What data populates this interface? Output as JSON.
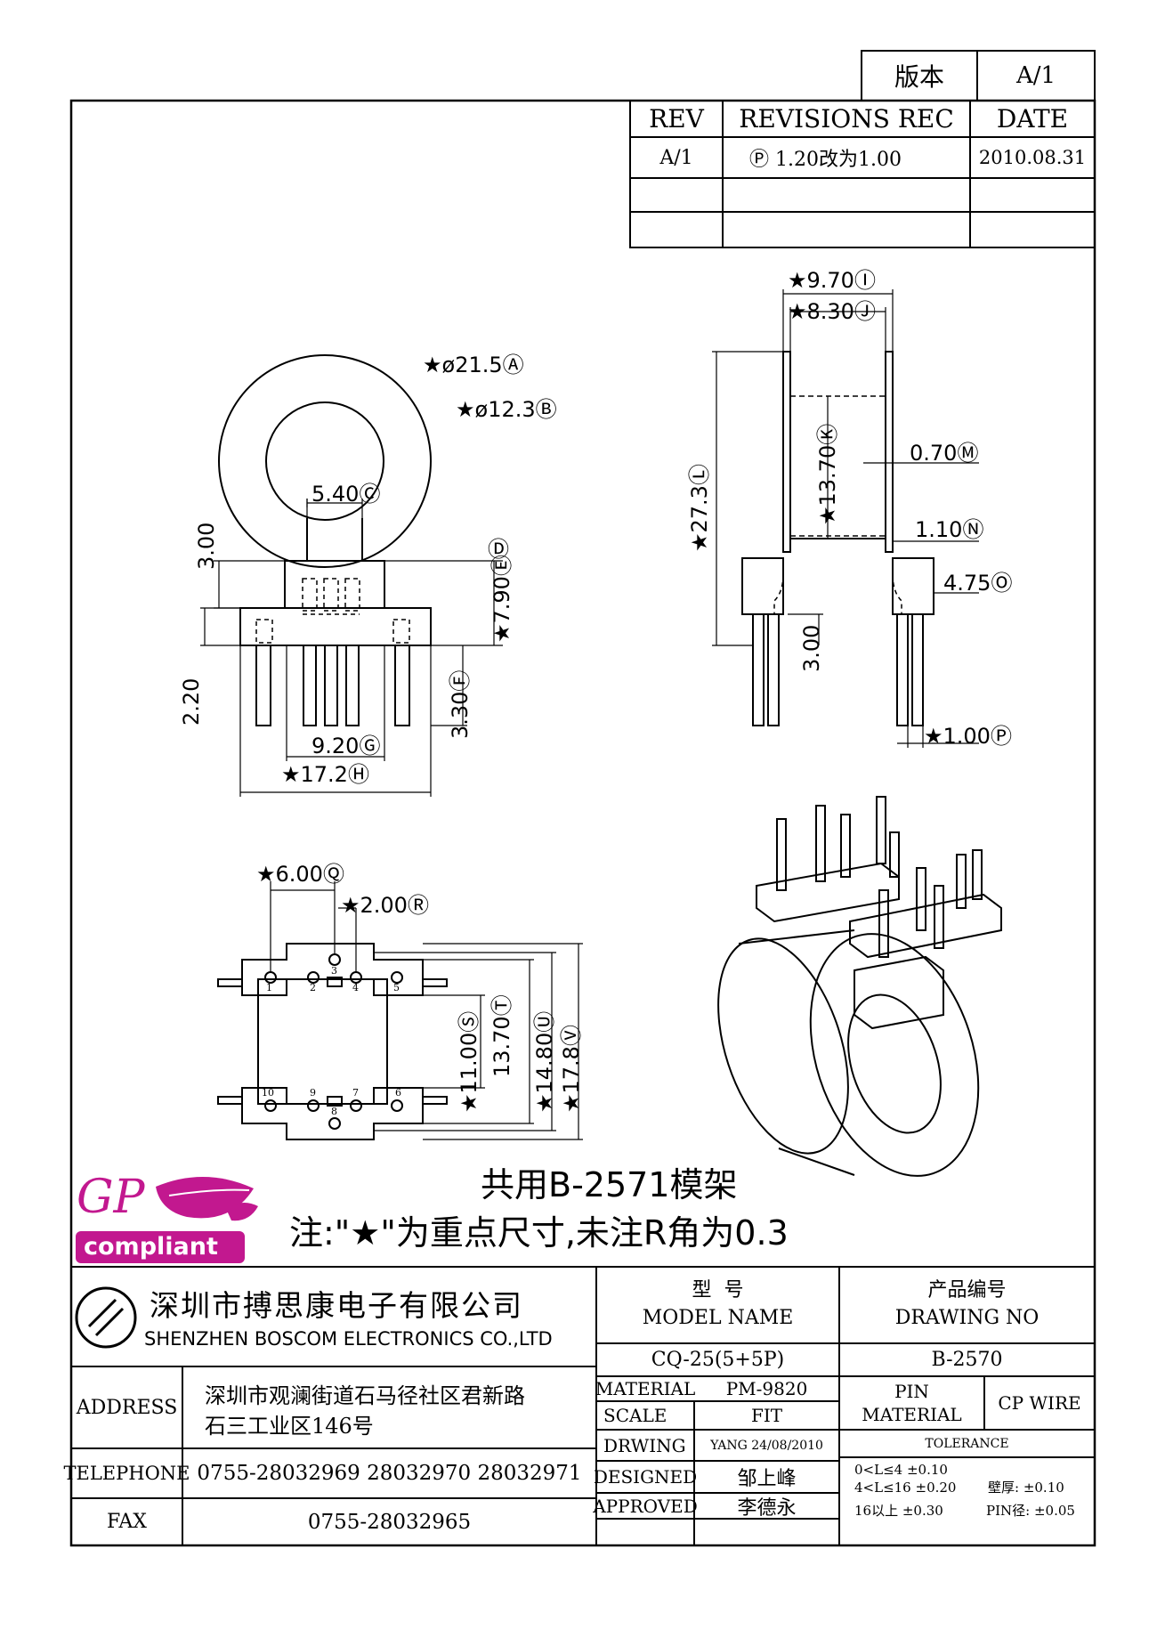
{
  "version_box": {
    "label": "版本",
    "value": "A/1"
  },
  "revisions": {
    "headers": [
      "REV",
      "REVISIONS REC",
      "DATE"
    ],
    "rows": [
      {
        "rev": "A/1",
        "rec": "Ⓟ 1.20改为1.00",
        "date": "2010.08.31"
      },
      {
        "rev": "",
        "rec": "",
        "date": ""
      },
      {
        "rev": "",
        "rec": "",
        "date": ""
      }
    ]
  },
  "dimensions": {
    "A": "★ø21.5Ⓐ",
    "B": "★ø12.3Ⓑ",
    "C": "5.40Ⓒ",
    "D": "Ⓓ",
    "top_3_00": "3.00",
    "E": "★7.90Ⓔ",
    "F": "3.30Ⓕ",
    "left_2_20": "2.20",
    "G": "9.20Ⓖ",
    "H": "★17.2Ⓗ",
    "I": "★9.70Ⓘ",
    "J": "★8.30Ⓙ",
    "K": "★13.70Ⓚ",
    "L": "★27.3Ⓛ",
    "M": "0.70Ⓜ",
    "N": "1.10Ⓝ",
    "O": "4.75Ⓞ",
    "side_3_00": "3.00",
    "P": "★1.00Ⓟ",
    "Q": "★6.00Ⓠ",
    "R": "★2.00Ⓡ",
    "S": "★11.00Ⓢ",
    "T": "13.70Ⓣ",
    "U": "★14.80Ⓤ",
    "V": "★17.8Ⓥ"
  },
  "pins_top": [
    "1",
    "2",
    "3",
    "4",
    "5"
  ],
  "pins_bottom": [
    "10",
    "9",
    "8",
    "7",
    "6"
  ],
  "notes": {
    "shared": "共用B-2571模架",
    "note": "注:\"★\"为重点尺寸,未注R角为0.3"
  },
  "logo_gp": {
    "text": "GP",
    "sub": "compliant"
  },
  "company": {
    "cn": "深圳市搏思康电子有限公司",
    "en": "SHENZHEN BOSCOM ELECTRONICS CO.,LTD"
  },
  "title_block": {
    "model_label_cn": "型  号",
    "model_label_en": "MODEL NAME",
    "model_value": "CQ-25(5+5P)",
    "drawing_label_cn": "产品编号",
    "drawing_label_en": "DRAWING NO",
    "drawing_value": "B-2570",
    "pin_label": "PIN",
    "material_label2": "MATERIAL",
    "pin_material_value": "CP WIRE",
    "material_label": "MATERIAL",
    "material_value": "PM-9820",
    "scale_label": "SCALE",
    "scale_value": "FIT",
    "drwing_label": "DRWING",
    "drwing_value": "YANG 24/08/2010",
    "designed_label": "DESIGNED",
    "designed_value": "邹上峰",
    "approved_label": "APPROVED",
    "approved_value": "李德永",
    "tolerance_label": "TOLERANCE",
    "tol_1": "0<L≤4  ±0.10",
    "tol_2": "4<L≤16 ±0.20",
    "tol_3": "16以上    ±0.30",
    "tol_wall": "壁厚:  ±0.10",
    "tol_pin": "PIN径: ±0.05"
  },
  "contact": {
    "address_label": "ADDRESS",
    "address_line1": "深圳市观澜街道石马径社区君新路",
    "address_line2": "石三工业区146号",
    "telephone_label": "TELEPHONE",
    "telephone_value": "0755-28032969 28032970 28032971",
    "fax_label": "FAX",
    "fax_value": "0755-28032965"
  },
  "colors": {
    "logo_magenta": "#c2188f",
    "line": "#000000"
  }
}
